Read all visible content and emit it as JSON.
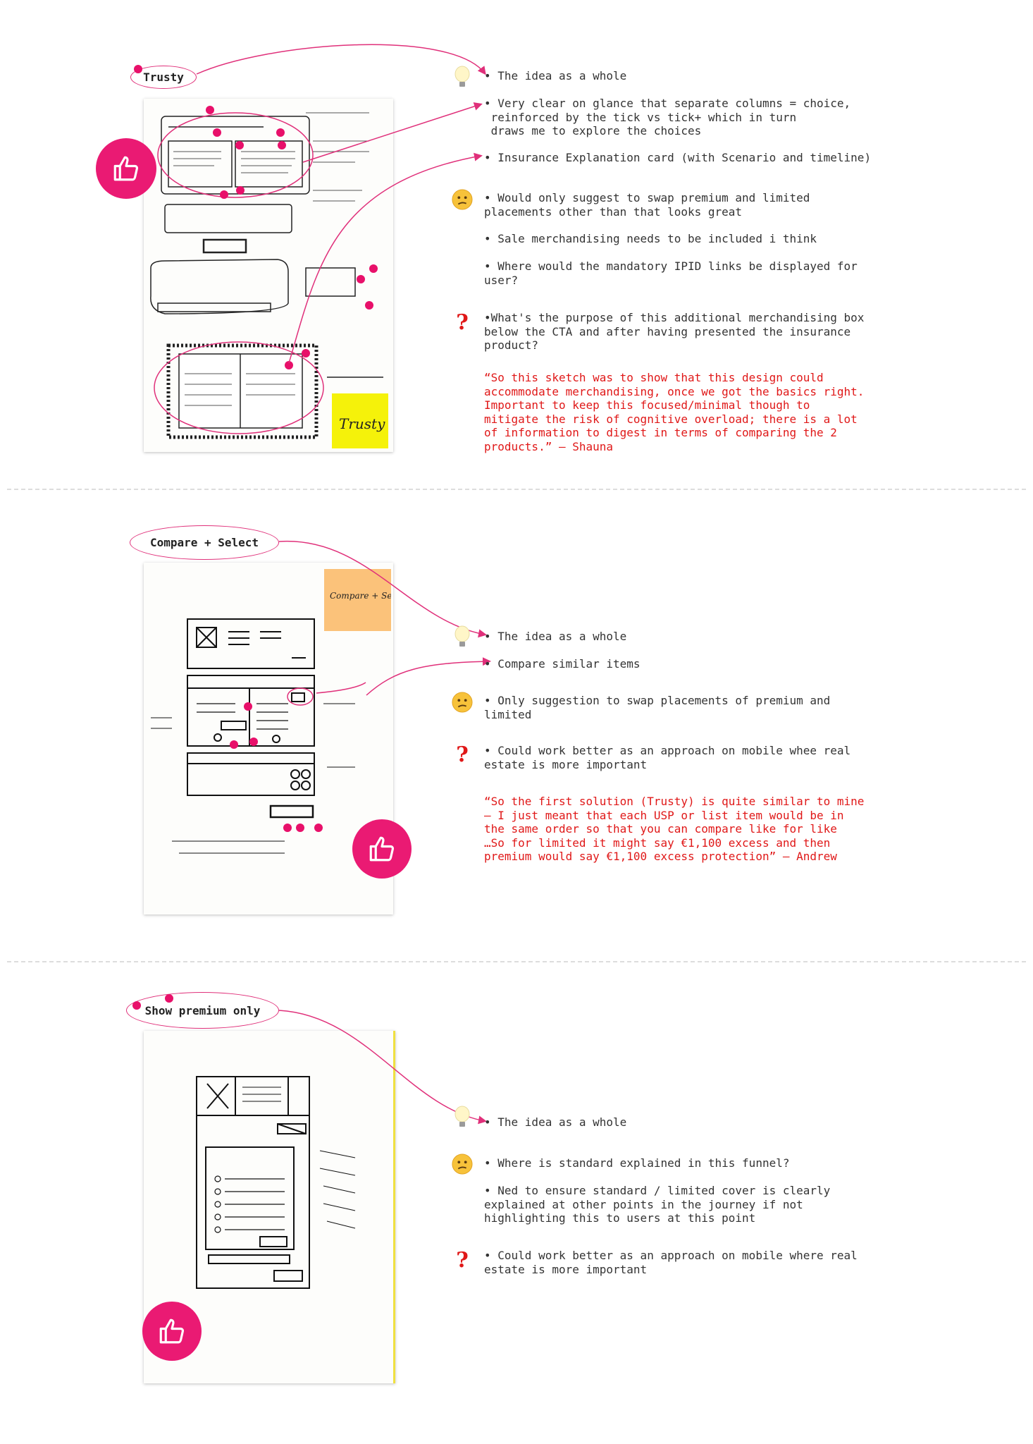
{
  "colors": {
    "accent": "#e8106a",
    "quote": "#e01818",
    "text": "#333333"
  },
  "sections": [
    {
      "label": "Trusty",
      "sticky": "Trusty",
      "notes": [
        {
          "icon": "lightbulb-icon",
          "text": "• The idea as a whole"
        },
        {
          "icon": "",
          "text": "• Very clear on glance that separate columns = choice,\n reinforced by the tick vs tick+ which in turn\n draws me to explore the choices"
        },
        {
          "icon": "",
          "text": "• Insurance Explanation card (with Scenario and timeline)"
        },
        {
          "icon": "confused-face-icon",
          "text": "• Would only suggest to swap premium and limited\nplacements other than that looks great"
        },
        {
          "icon": "",
          "text": "• Sale merchandising needs to be included i think"
        },
        {
          "icon": "",
          "text": "• Where would the mandatory IPID links be displayed for\nuser?"
        },
        {
          "icon": "question-mark-icon",
          "text": "•What's the purpose of this additional merchandising box\nbelow the CTA and after having presented the insurance\nproduct?"
        },
        {
          "icon": "",
          "quote": true,
          "text": "“So this sketch was to show that this design could\naccommodate merchandising, once we got the basics right.\nImportant to keep this focused/minimal though to\nmitigate the risk of cognitive overload; there is a lot\nof information to digest in terms of comparing the 2\nproducts.” – Shauna"
        }
      ]
    },
    {
      "label": "Compare + Select",
      "sticky": "Compare + Select",
      "notes": [
        {
          "icon": "lightbulb-icon",
          "text": "• The idea as a whole"
        },
        {
          "icon": "",
          "text": "• Compare similar items"
        },
        {
          "icon": "confused-face-icon",
          "text": "• Only suggestion to swap placements of premium and\nlimited"
        },
        {
          "icon": "question-mark-icon",
          "text": "• Could work better as an approach on mobile whee real\nestate is more important"
        },
        {
          "icon": "",
          "quote": true,
          "text": "“So the first solution (Trusty) is quite similar to mine\n– I just meant that each USP or list item would be in\nthe same order so that you can compare like for like\n…So for limited it might say €1,100 excess and then\npremium would say €1,100 excess protection” – Andrew"
        }
      ]
    },
    {
      "label": "Show premium only",
      "notes": [
        {
          "icon": "lightbulb-icon",
          "text": "• The idea as a whole"
        },
        {
          "icon": "confused-face-icon",
          "text": "• Where is standard explained in this funnel?"
        },
        {
          "icon": "",
          "text": "• Ned to ensure standard / limited cover is clearly\nexplained at other points in the journey if not\nhighlighting this to users at this point"
        },
        {
          "icon": "question-mark-icon",
          "text": "• Could work better as an approach on mobile where real\nestate is more important"
        }
      ]
    }
  ]
}
